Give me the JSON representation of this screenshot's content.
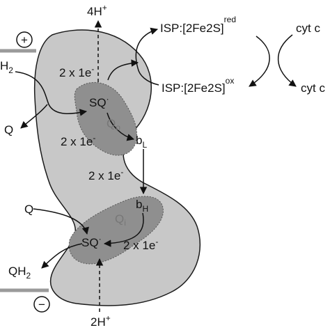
{
  "colors": {
    "protein_fill": "#c8c8c8",
    "site_fill": "#8f8f8f",
    "outline": "#1a1a1a",
    "membrane": "#9a9a9a",
    "site_label": "#777777"
  },
  "labels": {
    "plus_sign": "+",
    "minus_sign": "−",
    "proton_top": "4H",
    "proton_top_charge": "+",
    "proton_bottom": "2H",
    "proton_bottom_charge": "+",
    "isp_red": "ISP:[2Fe2S]",
    "isp_red_sup": "red",
    "isp_ox": "ISP:[2Fe2S]",
    "isp_ox_sup": "ox",
    "cyt_top": "cyt c",
    "cyt_bottom": "cyt c",
    "qh2_top_main": "H",
    "qh2_top_sub": "2",
    "q_top": "Q",
    "e_top": "2 x 1e",
    "e_top_charge": "-",
    "sq_top": "SQ",
    "sq_top_charge": "·",
    "site_qo": "Q",
    "site_qo_sub": "o",
    "e_mid": "2 x 1e",
    "e_mid_charge": "-",
    "bl": "b",
    "bl_sub": "L",
    "e_low": "2 x 1e",
    "e_low_charge": "-",
    "bh": "b",
    "bh_sub": "H",
    "site_qi": "Q",
    "site_qi_sub": "i",
    "q_bottom": "Q",
    "sq_bottom": "SQ",
    "sq_bottom_charge": "·",
    "e_bottom": "2 x 1e",
    "e_bottom_charge": "-",
    "qh2_bottom_main": "QH",
    "qh2_bottom_sub": "2"
  }
}
